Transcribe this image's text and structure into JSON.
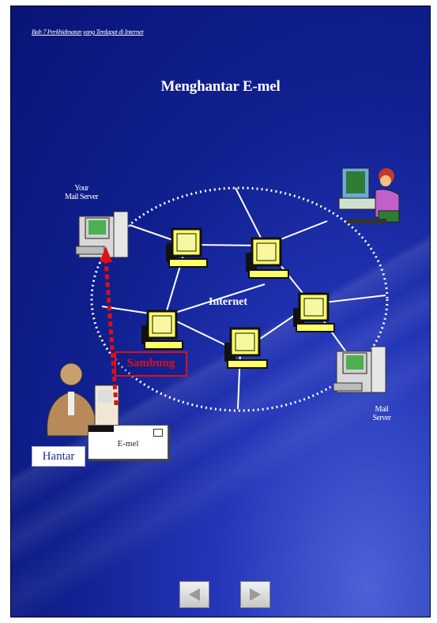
{
  "breadcrumb": "Bab 7 Perkhidmatan yang Terdapat di Internet",
  "title": "Menghantar E-mel",
  "diagram": {
    "your_mail_server_label_line1": "Your",
    "your_mail_server_label_line2": "Mail Server",
    "internet_label": "Internet",
    "mail_server_label_line1": "Mail",
    "mail_server_label_line2": "Server",
    "sambung_label": "Sambung",
    "hantar_label": "Hantar",
    "email_label": "E-mel"
  },
  "navigation": {
    "prev_icon": "triangle-left-icon",
    "next_icon": "triangle-right-icon"
  },
  "colors": {
    "background": "#10208f",
    "accent_red": "#e01010",
    "text": "#ffffff"
  }
}
